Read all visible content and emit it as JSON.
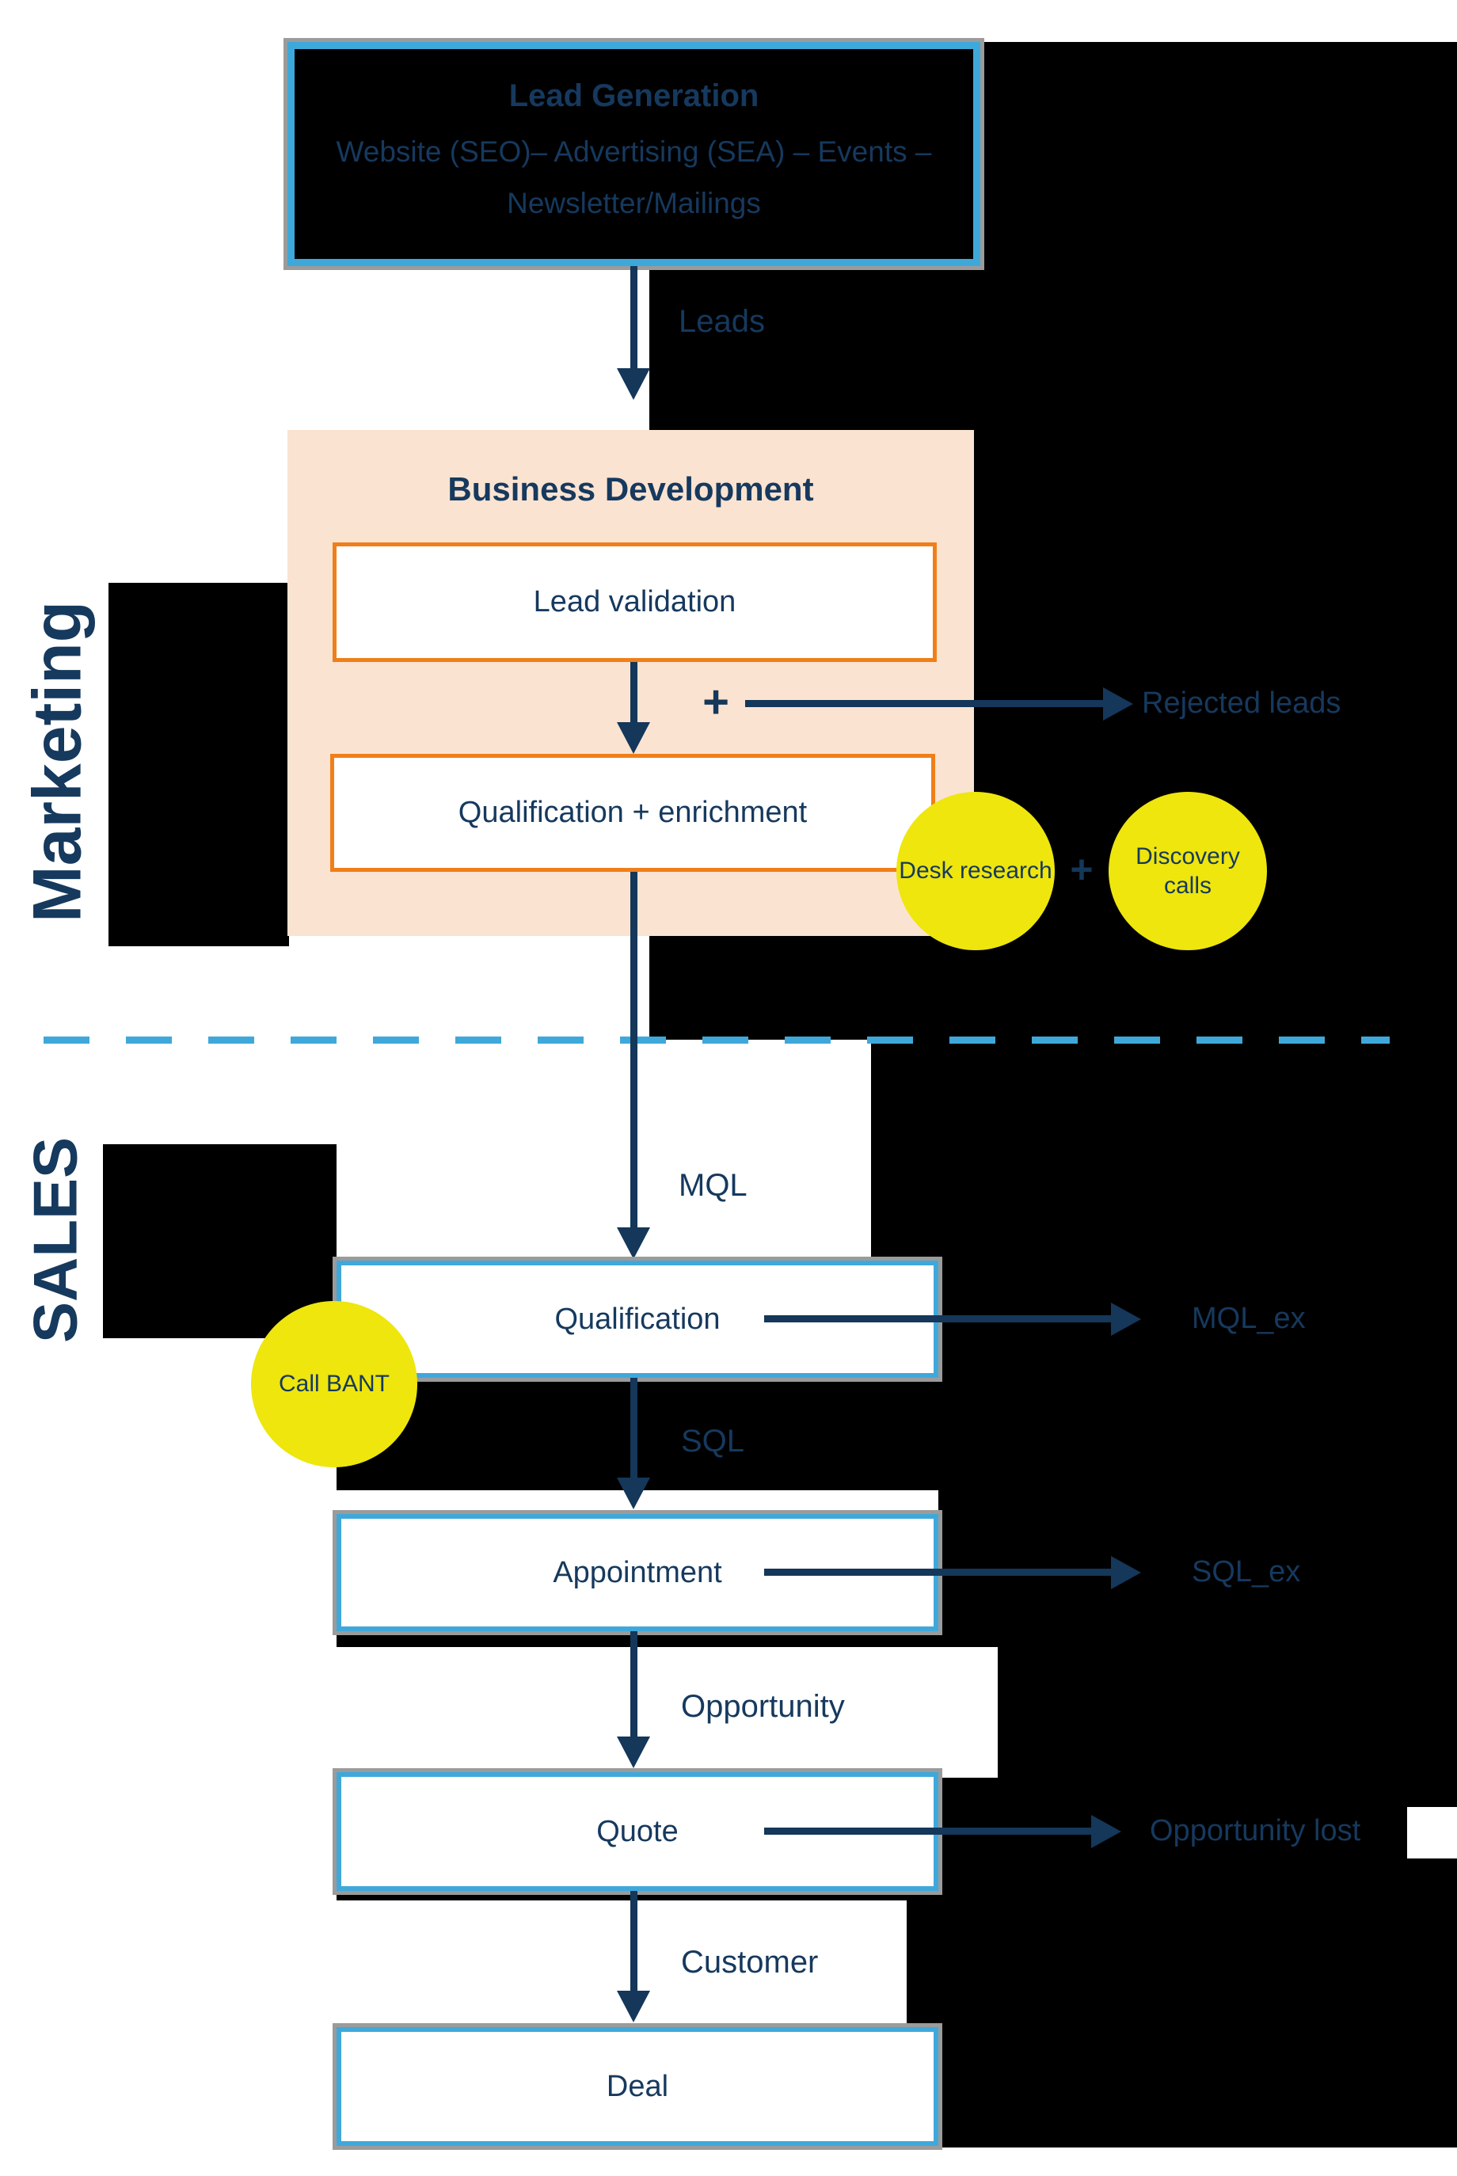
{
  "diagram": {
    "lead_generation_title": "Lead Generation",
    "lead_generation_channels": "Website (SEO)– Advertising (SEA) – Events –\nNewsletter/Mailings",
    "leads_label": "Leads",
    "marketing_lane": "Marketing",
    "sales_lane": "SALES",
    "business_development_title": "Business Development",
    "lead_validation": "Lead validation",
    "plus": "+",
    "rejected_leads": "Rejected leads",
    "qualification_enrichment": "Qualification + enrichment",
    "desk_research": "Desk research",
    "discovery_calls": "Discovery calls",
    "mql_label": "MQL",
    "qualification": "Qualification",
    "mql_exit": "MQL_ex",
    "call_bant": "Call BANT",
    "sql_label": "SQL",
    "appointment": "Appointment",
    "sql_exit": "SQL_ex",
    "opportunity_label": "Opportunity",
    "quote": "Quote",
    "opportunity_lost": "Opportunity lost",
    "customer_label": "Customer",
    "deal": "Deal"
  },
  "colors": {
    "page_background": "#000000",
    "box_fill": "#FFFFFF",
    "navy_text": "#16395E",
    "arrow_navy": "#14375A",
    "cyan_border": "#3FA8DB",
    "orange_border": "#EF7F1A",
    "peach_fill": "#FBE3D1",
    "yellow_circle": "#EEE60D",
    "gray_frame": "#9B9B9B"
  }
}
